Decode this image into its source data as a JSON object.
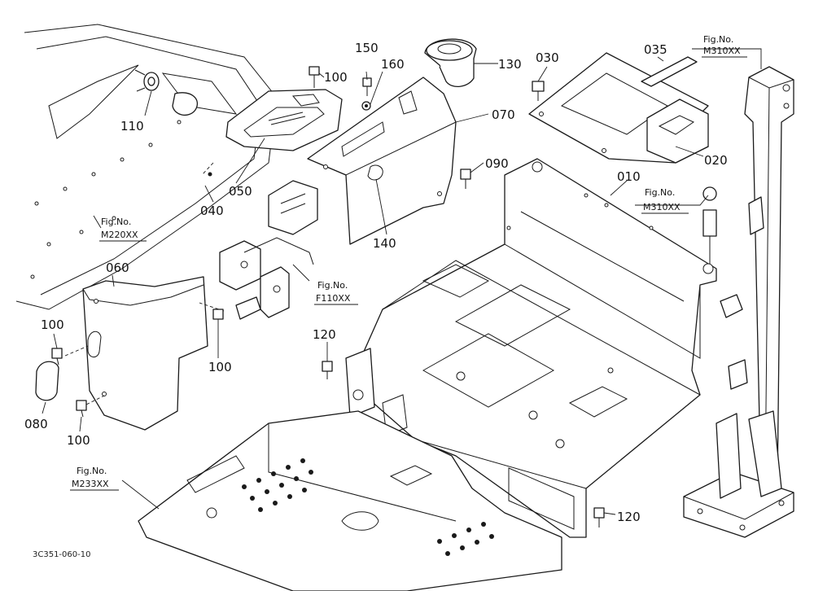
{
  "parts": {
    "p010": "010",
    "p020": "020",
    "p030": "030",
    "p035": "035",
    "p040": "040",
    "p050": "050",
    "p060": "060",
    "p070": "070",
    "p080": "080",
    "p090": "090",
    "p100a": "100",
    "p100b": "100",
    "p100c": "100",
    "p100d": "100",
    "p110": "110",
    "p120a": "120",
    "p120b": "120",
    "p130": "130",
    "p140": "140",
    "p150": "150",
    "p160": "160"
  },
  "figure_refs": {
    "ref1": {
      "label": "Fig.No.",
      "number": "M310XX"
    },
    "ref2": {
      "label": "Fig.No.",
      "number": "M310XX"
    },
    "ref3": {
      "label": "Fig.No.",
      "number": "M220XX"
    },
    "ref4": {
      "label": "Fig.No.",
      "number": "F110XX"
    },
    "ref5": {
      "label": "Fig.No.",
      "number": "M233XX"
    }
  },
  "drawing_code": "3C351-060-10"
}
